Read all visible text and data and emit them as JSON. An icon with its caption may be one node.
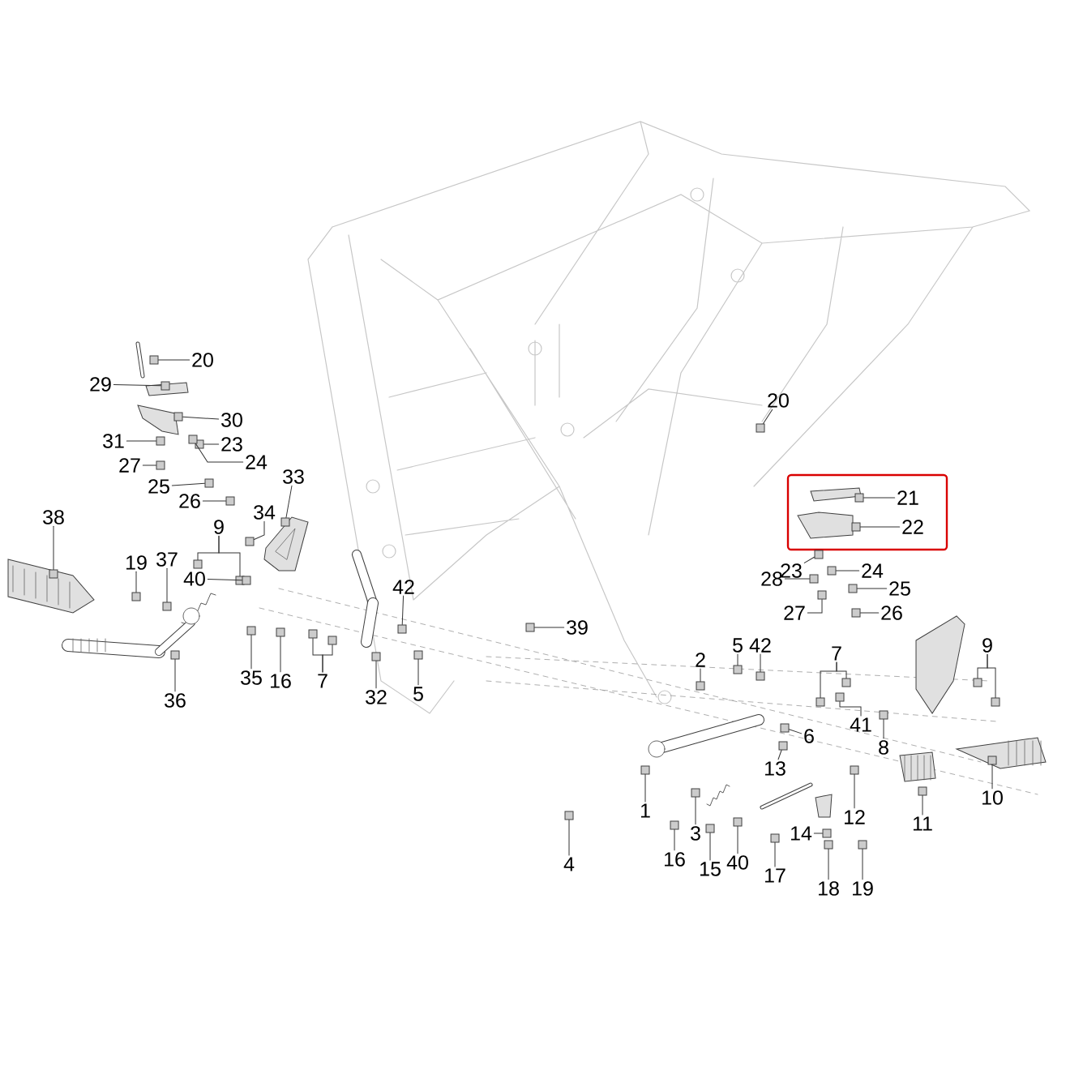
{
  "diagram": {
    "nodes": [
      {
        "text": [
          "20"
        ]
      },
      {
        "text": [
          "20"
        ]
      },
      {
        "text": [
          "29"
        ]
      },
      {
        "text": [
          "30"
        ]
      },
      {
        "text": [
          "31"
        ]
      },
      {
        "text": [
          "23"
        ]
      },
      {
        "text": [
          "27"
        ]
      },
      {
        "text": [
          "24"
        ]
      },
      {
        "text": [
          "33"
        ]
      },
      {
        "text": [
          "25"
        ]
      },
      {
        "text": [],
        "shape": "box"
      },
      {
        "text": [
          "21"
        ],
        "in": 10
      },
      {
        "text": [
          "26"
        ]
      },
      {
        "text": [
          "34"
        ]
      },
      {
        "text": [
          "38"
        ]
      },
      {
        "text": [
          "22"
        ],
        "in": 10
      },
      {
        "text": [
          "9"
        ]
      },
      {
        "text": [
          "23"
        ]
      },
      {
        "text": [
          "19"
        ]
      },
      {
        "text": [
          "37"
        ]
      },
      {
        "text": [
          "24"
        ]
      },
      {
        "text": [
          "40"
        ]
      },
      {
        "text": [
          "28"
        ]
      },
      {
        "text": [
          "42"
        ]
      },
      {
        "text": [
          "25"
        ]
      },
      {
        "text": [
          "26"
        ]
      },
      {
        "text": [
          "27"
        ]
      },
      {
        "text": [
          "39"
        ]
      },
      {
        "text": [
          "2"
        ]
      },
      {
        "text": [
          "5"
        ]
      },
      {
        "text": [
          "42"
        ]
      },
      {
        "text": [
          "9"
        ]
      },
      {
        "text": [
          "7"
        ]
      },
      {
        "text": [
          "36"
        ]
      },
      {
        "text": [
          "35"
        ]
      },
      {
        "text": [
          "16"
        ]
      },
      {
        "text": [
          "7"
        ]
      },
      {
        "text": [
          "5"
        ]
      },
      {
        "text": [
          "32"
        ]
      },
      {
        "text": [
          "41"
        ]
      },
      {
        "text": [
          "6"
        ]
      },
      {
        "text": [
          "8"
        ]
      },
      {
        "text": [
          "13"
        ]
      },
      {
        "text": [
          "10"
        ]
      },
      {
        "text": [
          "1"
        ]
      },
      {
        "text": [
          "12"
        ]
      },
      {
        "text": [
          "11"
        ]
      },
      {
        "text": [
          "3"
        ]
      },
      {
        "text": [
          "14"
        ]
      },
      {
        "text": [
          "16"
        ]
      },
      {
        "text": [
          "4"
        ]
      },
      {
        "text": [
          "40"
        ]
      },
      {
        "text": [
          "15"
        ]
      },
      {
        "text": [
          "17"
        ]
      },
      {
        "text": [
          "18"
        ]
      },
      {
        "text": [
          "19"
        ]
      },
      {
        "text": [],
        "shape": "box"
      },
      {
        "text": [],
        "shape": "box"
      },
      {
        "text": [],
        "shape": "box"
      },
      {
        "text": [],
        "shape": "box"
      },
      {
        "text": [],
        "shape": "box"
      },
      {
        "text": [],
        "shape": "box"
      },
      {
        "text": [],
        "shape": "box"
      },
      {
        "text": [],
        "shape": "box"
      },
      {
        "text": [],
        "shape": "box"
      },
      {
        "text": [],
        "shape": "box"
      },
      {
        "text": [],
        "shape": "box",
        "in": 10
      },
      {
        "text": [],
        "shape": "box"
      },
      {
        "text": [],
        "shape": "box"
      },
      {
        "text": [],
        "shape": "box"
      },
      {
        "text": [],
        "shape": "box",
        "in": 10
      },
      {
        "text": [],
        "shape": "box"
      },
      {
        "text": [],
        "shape": "box"
      },
      {
        "text": [],
        "shape": "box"
      },
      {
        "text": [],
        "shape": "box"
      },
      {
        "text": [],
        "shape": "box"
      },
      {
        "text": [],
        "shape": "box"
      },
      {
        "text": [],
        "shape": "box"
      },
      {
        "text": [],
        "shape": "box"
      },
      {
        "text": [],
        "shape": "box"
      },
      {
        "text": [],
        "shape": "box"
      },
      {
        "text": [],
        "shape": "box"
      },
      {
        "text": [],
        "shape": "box"
      },
      {
        "text": [],
        "shape": "box"
      },
      {
        "text": [],
        "shape": "box"
      },
      {
        "text": [],
        "shape": "box"
      },
      {
        "text": [],
        "shape": "box"
      },
      {
        "text": [],
        "shape": "box"
      },
      {
        "text": [],
        "shape": "box"
      },
      {
        "text": [],
        "shape": "box"
      },
      {
        "text": [],
        "shape": "box"
      },
      {
        "text": [],
        "shape": "box"
      },
      {
        "text": [],
        "shape": "box"
      },
      {
        "text": [],
        "shape": "box"
      },
      {
        "text": [],
        "shape": "box"
      },
      {
        "text": [],
        "shape": "box"
      },
      {
        "text": [],
        "shape": "box"
      },
      {
        "text": [],
        "shape": "box"
      },
      {
        "text": [],
        "shape": "box"
      },
      {
        "text": [],
        "shape": "box"
      },
      {
        "text": [],
        "shape": "box"
      },
      {
        "text": [],
        "shape": "box"
      },
      {
        "text": [],
        "shape": "box"
      },
      {
        "text": [],
        "shape": "box"
      },
      {
        "text": [],
        "shape": "box"
      },
      {
        "text": [],
        "shape": "box"
      },
      {
        "text": [],
        "shape": "box"
      },
      {
        "text": [],
        "shape": "box"
      },
      {
        "text": [],
        "shape": "box"
      },
      {
        "text": [],
        "shape": "box"
      },
      {
        "text": [],
        "shape": "box"
      },
      {
        "text": [],
        "shape": "box"
      },
      {
        "text": [],
        "shape": "box"
      },
      {
        "text": [],
        "shape": "box"
      },
      {
        "text": [],
        "shape": "box"
      }
    ],
    "edges": [
      {
        "from": 0,
        "to": 56,
        "arrow": "none"
      },
      {
        "from": 1,
        "to": 57,
        "arrow": "none"
      },
      {
        "from": 2,
        "to": 58,
        "arrow": "none"
      },
      {
        "from": 3,
        "to": 59,
        "arrow": "none"
      },
      {
        "from": 4,
        "to": 60,
        "arrow": "none"
      },
      {
        "from": 5,
        "to": 61,
        "arrow": "none"
      },
      {
        "from": 6,
        "to": 62,
        "arrow": "none"
      },
      {
        "from": 7,
        "to": 63,
        "arrow": "none"
      },
      {
        "from": 8,
        "to": 64,
        "arrow": "none"
      },
      {
        "from": 9,
        "to": 65,
        "arrow": "none"
      },
      {
        "from": 11,
        "to": 66,
        "arrow": "none"
      },
      {
        "from": 12,
        "to": 67,
        "arrow": "none"
      },
      {
        "from": 13,
        "to": 68,
        "arrow": "none"
      },
      {
        "from": 14,
        "to": 69,
        "arrow": "none"
      },
      {
        "from": 15,
        "to": 70,
        "arrow": "none"
      },
      {
        "from": 16,
        "to": 71,
        "arrow": "none"
      },
      {
        "from": 16,
        "to": 72,
        "arrow": "none"
      },
      {
        "from": 17,
        "to": 73,
        "arrow": "none"
      },
      {
        "from": 18,
        "to": 74,
        "arrow": "none"
      },
      {
        "from": 19,
        "to": 75,
        "arrow": "none"
      },
      {
        "from": 20,
        "to": 76,
        "arrow": "none"
      },
      {
        "from": 21,
        "to": 77,
        "arrow": "none"
      },
      {
        "from": 22,
        "to": 78,
        "arrow": "none"
      },
      {
        "from": 23,
        "to": 79,
        "arrow": "none"
      },
      {
        "from": 24,
        "to": 80,
        "arrow": "none"
      },
      {
        "from": 25,
        "to": 81,
        "arrow": "none"
      },
      {
        "from": 26,
        "to": 82,
        "arrow": "none"
      },
      {
        "from": 27,
        "to": 83,
        "arrow": "none"
      },
      {
        "from": 28,
        "to": 84,
        "arrow": "none"
      },
      {
        "from": 29,
        "to": 85,
        "arrow": "none"
      },
      {
        "from": 30,
        "to": 86,
        "arrow": "none"
      },
      {
        "from": 31,
        "to": 87,
        "arrow": "none"
      },
      {
        "from": 31,
        "to": 88,
        "arrow": "none"
      },
      {
        "from": 32,
        "to": 89,
        "arrow": "none"
      },
      {
        "from": 32,
        "to": 90,
        "arrow": "none"
      },
      {
        "from": 33,
        "to": 91,
        "arrow": "none"
      },
      {
        "from": 34,
        "to": 92,
        "arrow": "none"
      },
      {
        "from": 35,
        "to": 93,
        "arrow": "none"
      },
      {
        "from": 36,
        "to": 94,
        "arrow": "none"
      },
      {
        "from": 36,
        "to": 95,
        "arrow": "none"
      },
      {
        "from": 37,
        "to": 96,
        "arrow": "none"
      },
      {
        "from": 38,
        "to": 97,
        "arrow": "none"
      },
      {
        "from": 39,
        "to": 98,
        "arrow": "none"
      },
      {
        "from": 40,
        "to": 99,
        "arrow": "none"
      },
      {
        "from": 41,
        "to": 100,
        "arrow": "none"
      },
      {
        "from": 42,
        "to": 101,
        "arrow": "none"
      },
      {
        "from": 43,
        "to": 102,
        "arrow": "none"
      },
      {
        "from": 44,
        "to": 103,
        "arrow": "none"
      },
      {
        "from": 45,
        "to": 104,
        "arrow": "none"
      },
      {
        "from": 46,
        "to": 105,
        "arrow": "none"
      },
      {
        "from": 47,
        "to": 106,
        "arrow": "none"
      },
      {
        "from": 48,
        "to": 107,
        "arrow": "none"
      },
      {
        "from": 49,
        "to": 108,
        "arrow": "none"
      },
      {
        "from": 50,
        "to": 109,
        "arrow": "none"
      },
      {
        "from": 51,
        "to": 110,
        "arrow": "none"
      },
      {
        "from": 52,
        "to": 111,
        "arrow": "none"
      },
      {
        "from": 53,
        "to": 112,
        "arrow": "none"
      },
      {
        "from": 54,
        "to": 113,
        "arrow": "none"
      },
      {
        "from": 55,
        "to": 114,
        "arrow": "none"
      }
    ]
  }
}
